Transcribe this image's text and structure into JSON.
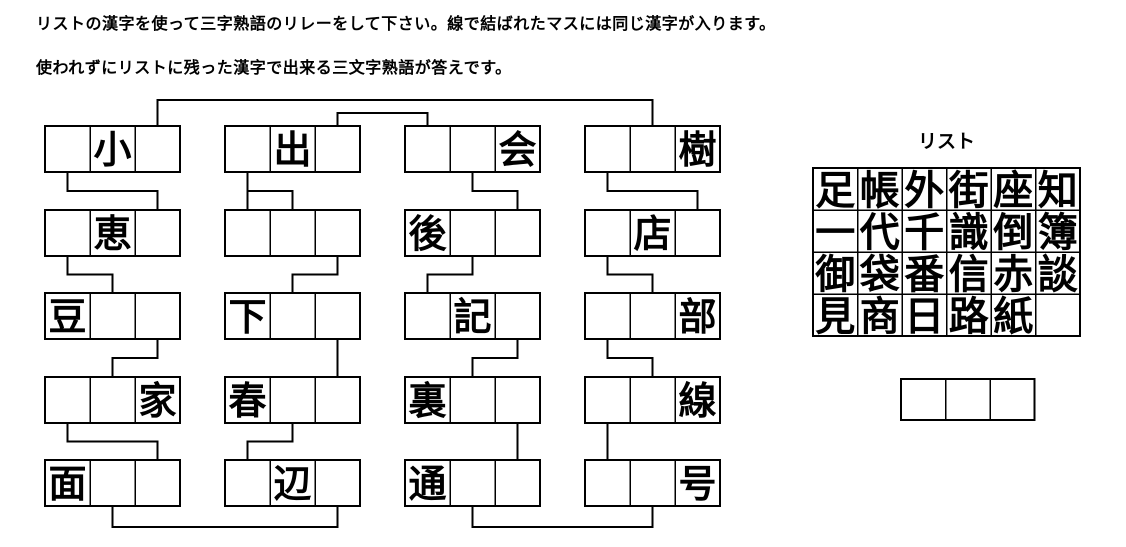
{
  "page": {
    "background": "#ffffff",
    "ink": "#000000"
  },
  "instructions": {
    "line1": "リストの漢字を使って三字熟語のリレーをして下さい。線で結ばれたマスには同じ漢字が入ります。",
    "line2": "使われずにリストに残った漢字で出来る三文字熟語が答えです。"
  },
  "puzzle": {
    "boxes": [
      {
        "row": 0,
        "col": 0,
        "cells": [
          "",
          "小",
          ""
        ]
      },
      {
        "row": 0,
        "col": 1,
        "cells": [
          "",
          "出",
          ""
        ]
      },
      {
        "row": 0,
        "col": 2,
        "cells": [
          "",
          "",
          "会"
        ]
      },
      {
        "row": 0,
        "col": 3,
        "cells": [
          "",
          "",
          "樹"
        ]
      },
      {
        "row": 1,
        "col": 0,
        "cells": [
          "",
          "恵",
          ""
        ]
      },
      {
        "row": 1,
        "col": 1,
        "cells": [
          "",
          "",
          ""
        ]
      },
      {
        "row": 1,
        "col": 2,
        "cells": [
          "後",
          "",
          ""
        ]
      },
      {
        "row": 1,
        "col": 3,
        "cells": [
          "",
          "店",
          ""
        ]
      },
      {
        "row": 2,
        "col": 0,
        "cells": [
          "豆",
          "",
          ""
        ]
      },
      {
        "row": 2,
        "col": 1,
        "cells": [
          "下",
          "",
          ""
        ]
      },
      {
        "row": 2,
        "col": 2,
        "cells": [
          "",
          "記",
          ""
        ]
      },
      {
        "row": 2,
        "col": 3,
        "cells": [
          "",
          "",
          "部"
        ]
      },
      {
        "row": 3,
        "col": 0,
        "cells": [
          "",
          "",
          "家"
        ]
      },
      {
        "row": 3,
        "col": 1,
        "cells": [
          "春",
          "",
          ""
        ]
      },
      {
        "row": 3,
        "col": 2,
        "cells": [
          "裏",
          "",
          ""
        ]
      },
      {
        "row": 3,
        "col": 3,
        "cells": [
          "",
          "",
          "線"
        ]
      },
      {
        "row": 4,
        "col": 0,
        "cells": [
          "面",
          "",
          ""
        ]
      },
      {
        "row": 4,
        "col": 1,
        "cells": [
          "",
          "辺",
          ""
        ]
      },
      {
        "row": 4,
        "col": 2,
        "cells": [
          "通",
          "",
          ""
        ]
      },
      {
        "row": 4,
        "col": 3,
        "cells": [
          "",
          "",
          "号"
        ]
      }
    ],
    "connectors": {
      "top": [
        {
          "from": [
            0,
            0,
            2
          ],
          "to": [
            0,
            3,
            1
          ],
          "level": 100
        },
        {
          "from": [
            0,
            1,
            2
          ],
          "to": [
            0,
            2,
            0
          ],
          "level": 113
        }
      ],
      "gap": [
        {
          "from": [
            0,
            0,
            0
          ],
          "to": [
            [
              1,
              0,
              2
            ]
          ]
        },
        {
          "from": [
            0,
            1,
            0
          ],
          "to": [
            [
              1,
              1,
              0
            ],
            [
              1,
              1,
              1
            ]
          ]
        },
        {
          "from": [
            0,
            2,
            1
          ],
          "to": [
            [
              1,
              2,
              2
            ]
          ]
        },
        {
          "from": [
            0,
            3,
            0
          ],
          "to": [
            [
              1,
              3,
              2
            ]
          ]
        },
        {
          "from": [
            1,
            0,
            0
          ],
          "to": [
            [
              2,
              0,
              1
            ]
          ]
        },
        {
          "from": [
            1,
            1,
            2
          ],
          "to": [
            [
              2,
              1,
              1
            ]
          ]
        },
        {
          "from": [
            1,
            2,
            1
          ],
          "to": [
            [
              2,
              2,
              0
            ]
          ]
        },
        {
          "from": [
            1,
            3,
            0
          ],
          "to": [
            [
              2,
              3,
              1
            ]
          ]
        },
        {
          "from": [
            2,
            0,
            2
          ],
          "to": [
            [
              3,
              0,
              1
            ]
          ]
        },
        {
          "from": [
            2,
            1,
            2
          ],
          "to": [
            [
              3,
              1,
              2
            ]
          ]
        },
        {
          "from": [
            2,
            2,
            2
          ],
          "to": [
            [
              3,
              2,
              1
            ]
          ]
        },
        {
          "from": [
            2,
            3,
            0
          ],
          "to": [
            [
              3,
              3,
              1
            ]
          ]
        },
        {
          "from": [
            3,
            0,
            0
          ],
          "to": [
            [
              4,
              0,
              2
            ]
          ]
        },
        {
          "from": [
            3,
            1,
            1
          ],
          "to": [
            [
              4,
              1,
              0
            ]
          ]
        },
        {
          "from": [
            3,
            2,
            2
          ],
          "to": [
            [
              4,
              2,
              2
            ]
          ]
        },
        {
          "from": [
            3,
            3,
            0
          ],
          "to": [
            [
              4,
              3,
              0
            ]
          ]
        }
      ],
      "bottom": [
        {
          "from": [
            4,
            0,
            1
          ],
          "to": [
            4,
            1,
            2
          ],
          "level": 527
        },
        {
          "from": [
            4,
            2,
            1
          ],
          "to": [
            4,
            3,
            1
          ],
          "level": 527
        }
      ]
    }
  },
  "list": {
    "title": "リスト",
    "rows": [
      [
        "足",
        "帳",
        "外",
        "街",
        "座",
        "知"
      ],
      [
        "一",
        "代",
        "千",
        "識",
        "倒",
        "簿"
      ],
      [
        "御",
        "袋",
        "番",
        "信",
        "赤",
        "談"
      ],
      [
        "見",
        "商",
        "日",
        "路",
        "紙",
        ""
      ]
    ]
  },
  "answer": {
    "cells": [
      "",
      "",
      ""
    ]
  }
}
